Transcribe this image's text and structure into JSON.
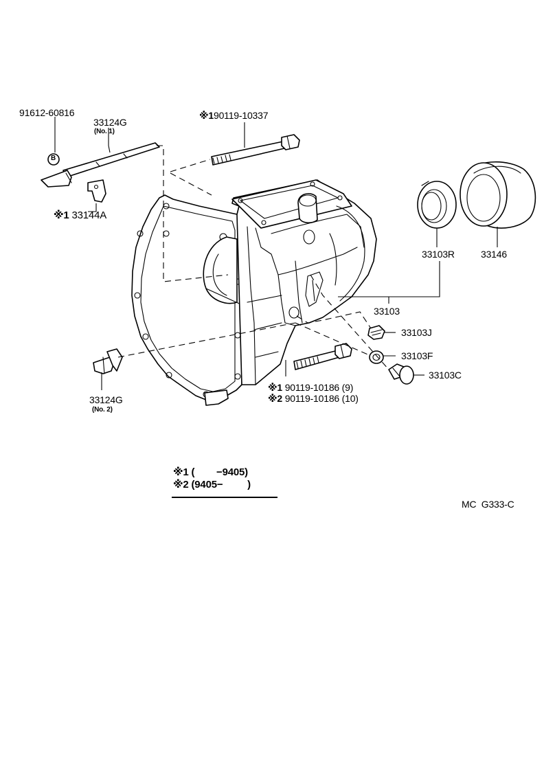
{
  "parts": {
    "bolt_top": "90119-10337",
    "pin_top_num": "91612-60816",
    "pin_top_marker": "B",
    "shift_rod_top": "33124G",
    "shift_rod_top_sub": "(No. 1)",
    "clip": "33144A",
    "shift_rod_bottom": "33124G",
    "shift_rod_bottom_sub": "(No. 2)",
    "bolt_bottom_1": "90119-10186 (9)",
    "bolt_bottom_2": "90119-10186 (10)",
    "seal": "33103R",
    "sleeve": "33146",
    "case": "33103",
    "plug": "33103J",
    "washer": "33103F",
    "plug_large": "33103C"
  },
  "markers": {
    "note1": "※1",
    "note2": "※2"
  },
  "legend": {
    "row1_mark": "※1",
    "row1_text": "(        −9405)",
    "row2_mark": "※2",
    "row2_text": "(9405−         )"
  },
  "footer": {
    "code": "MC  G333-C"
  }
}
